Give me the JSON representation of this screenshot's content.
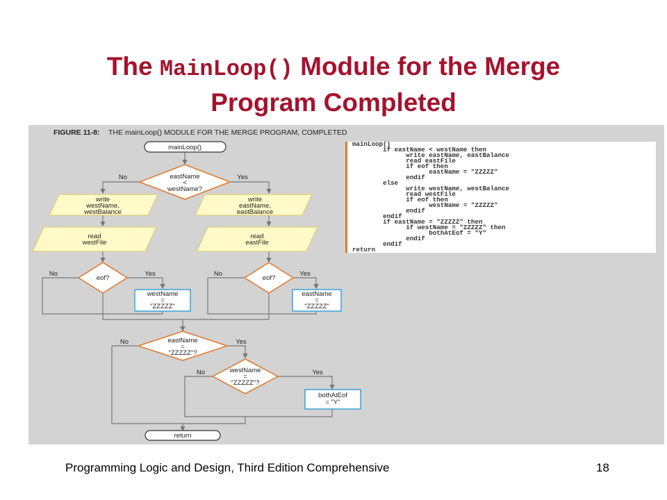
{
  "slide": {
    "title_pre": "The ",
    "title_code": "MainLoop()",
    "title_post": " Module for the Merge",
    "title_line2": "Program Completed",
    "footer": "Programming Logic and Design, Third Edition Comprehensive",
    "page_number": "18"
  },
  "figure": {
    "caption_label": "FIGURE 11-8:",
    "caption_text": "THE mainLoop() MODULE FOR THE MERGE PROGRAM, COMPLETED",
    "start": "mainLoop()",
    "decision1": [
      "eastName",
      "<",
      "westName?"
    ],
    "no": "No",
    "yes": "Yes",
    "write_left": [
      "write",
      "westName,",
      "westBalance"
    ],
    "write_right": [
      "write",
      "eastName,",
      "eastBalance"
    ],
    "read_left": [
      "read",
      "westFile"
    ],
    "read_right": [
      "read",
      "eastFile"
    ],
    "eof": "eof?",
    "assign_left": [
      "westName",
      "=",
      "\"ZZZZZ\""
    ],
    "assign_right": [
      "eastName",
      "=",
      "\"ZZZZZ\""
    ],
    "decision2": [
      "eastName",
      "=",
      "\"ZZZZZ\"?"
    ],
    "decision3": [
      "westName",
      "=",
      "\"ZZZZZ\"?"
    ],
    "both": [
      "bothAtEof",
      "= \"Y\""
    ],
    "end": "return",
    "code": "mainLoop()\n        if eastName < westName then\n              write eastName, eastBalance\n              read eastFile\n              if eof then\n                    eastName = \"ZZZZZ\"\n              endif\n        else\n              write westName, westBalance\n              read westFile\n              if eof then\n                    westName = \"ZZZZZ\"\n              endif\n        endif\n        if eastName = \"ZZZZZ\" then\n              if westName = \"ZZZZZ\" then\n                    bothAtEof = \"Y\"\n              endif\n        endif\nreturn"
  }
}
